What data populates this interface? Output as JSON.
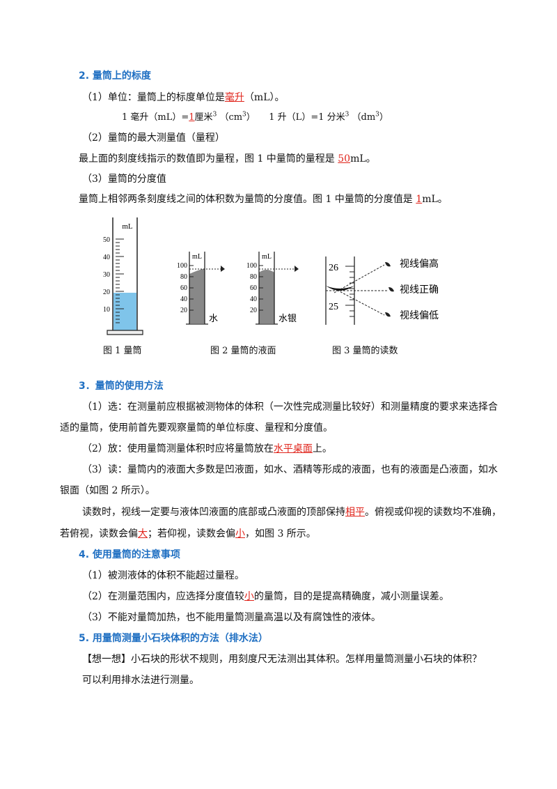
{
  "s2": {
    "heading": "2. 量筒上的标度",
    "p1_pre": "（1）单位：量筒上的标度单位是",
    "p1_red": "毫升",
    "p1_post": "（mL）。",
    "conv_a": "1 毫升（mL）=",
    "conv_a_red": "1",
    "conv_a_post": "厘米",
    "conv_sup1": "3",
    "conv_b": "（cm",
    "conv_sup2": "3",
    "conv_c": "）　　1 升（L）=1 分米",
    "conv_sup3": "3",
    "conv_d": "（dm",
    "conv_sup4": "3",
    "conv_e": "）",
    "p2": "（2）量筒的最大测量值（量程）",
    "p2_body_pre": "最上面的刻度线指示的数值即为量程，图 1 中量筒的量程是 ",
    "p2_body_red": "50",
    "p2_body_post": "mL。",
    "p3": "（3）量筒的分度值",
    "p3_body_pre": "量筒上相邻两条刻度线之间的体积数为量筒的分度值。图 1 中量筒的分度值是 ",
    "p3_body_red": "1",
    "p3_body_post": "mL。"
  },
  "figures": {
    "fig1": {
      "unit": "mL",
      "ticks": [
        "50",
        "40",
        "30",
        "20",
        "10"
      ],
      "caption": "图 1  量筒"
    },
    "fig2": {
      "unit": "mL",
      "ticks": [
        "100",
        "80",
        "60",
        "40",
        "20"
      ],
      "label_water": "水",
      "label_mercury": "水银",
      "caption": "图 2 量筒的液面"
    },
    "fig3": {
      "tick_top": "26",
      "tick_bottom": "25",
      "view_high": "视线偏高",
      "view_ok": "视线正确",
      "view_low": "视线偏低",
      "caption": "图 3  量筒的读数"
    }
  },
  "s3": {
    "heading": "3．量筒的使用方法",
    "p1a": "（1）选：在测量前应根据被测物体的体积（一次性完成测量比较好）和测量精度的要求来选择合",
    "p1b": "适的量筒，使用前首先要观察量筒的单位标度、量程和分度值。",
    "p2_pre": "（2）放：使用量筒测量体积时应将量筒放在",
    "p2_red": "水平桌面",
    "p2_post": "上。",
    "p3a": "（3）读：量筒内的液面大多数是凹液面，如水、酒精等形成的液面，也有的液面是凸液面，如水",
    "p3b": "银面（如图 2 所示）。",
    "p4a_pre": "读数时，视线一定要与液体凹液面的底部或凸液面的顶部保持",
    "p4a_red": "相平",
    "p4a_post": "。俯视或仰视的读数均不准确，",
    "p4b_pre": "若俯视，读数会偏",
    "p4b_red1": "大",
    "p4b_mid": "；若仰视，读数会偏",
    "p4b_red2": "小",
    "p4b_post": "，如图 3 所示。"
  },
  "s4": {
    "heading": "4.  使用量筒的注意事项",
    "p1": "（1）被测液体的体积不能超过量程。",
    "p2_pre": "（2）在测量范围内，应选择分度值较",
    "p2_red": "小",
    "p2_post": "的量筒，目的是提高精确度，减小测量误差。",
    "p3": "（3）不能对量筒加热，也不能用量筒测量高温以及有腐蚀性的液体。"
  },
  "s5": {
    "heading": "5.  用量筒测量小石块体积的方法（排水法）",
    "p1": "【想一想】小石块的形状不规则，用刻度尺无法测出其体积。怎样用量筒测量小石块的体积？",
    "p2": "可以利用排水法进行测量。"
  }
}
